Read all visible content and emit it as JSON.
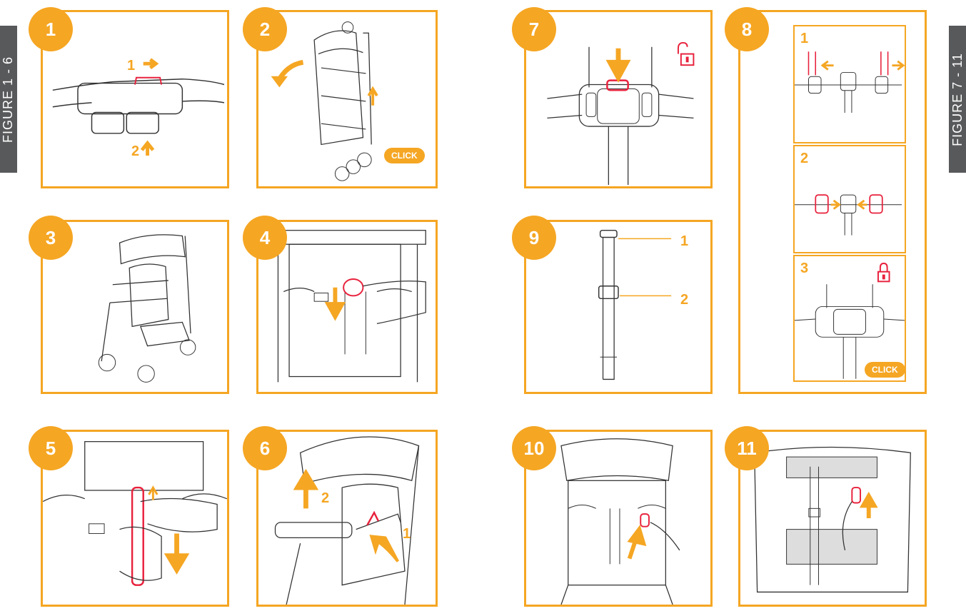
{
  "side_labels": {
    "left": "FIGURE 1 - 6",
    "right": "FIGURE 7 - 11"
  },
  "badges": [
    "1",
    "2",
    "3",
    "4",
    "5",
    "6",
    "7",
    "8",
    "9",
    "10",
    "11"
  ],
  "labels": {
    "fig1_step1": "1",
    "fig1_step2": "2",
    "fig2_click": "CLICK",
    "fig6_step1": "1",
    "fig6_step2": "2",
    "fig8_sub1": "1",
    "fig8_sub2": "2",
    "fig8_sub3": "3",
    "fig8_click": "CLICK",
    "fig9_part1": "1",
    "fig9_part2": "2"
  },
  "colors": {
    "accent": "#f5a623",
    "highlight": "#e8213c",
    "tab": "#58595b",
    "line": "#333333"
  },
  "icons": {
    "fig7": "unlock-icon",
    "fig8": "lock-icon"
  }
}
